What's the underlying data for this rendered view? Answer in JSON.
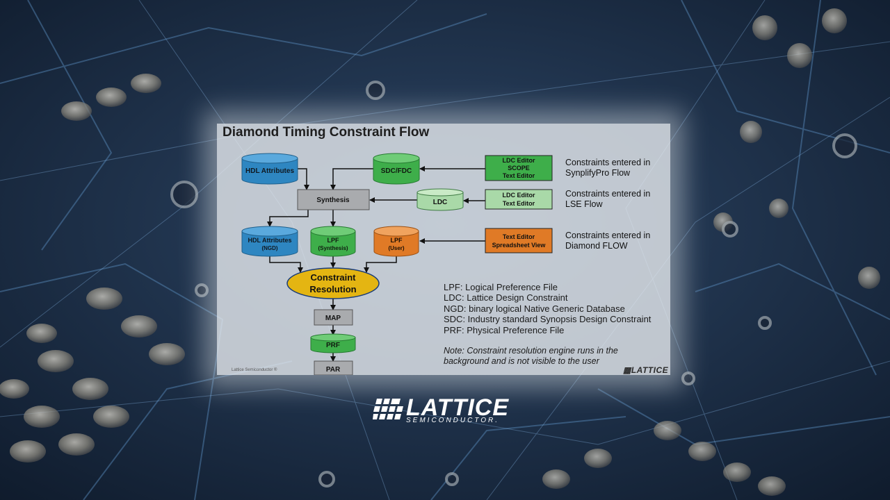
{
  "slide": {
    "title": "Diamond Timing Constraint Flow",
    "nodes": {
      "hdl_attributes": "HDL Attributes",
      "sdc_fdc": "SDC/FDC",
      "ldc_editor_scope_l1": "LDC Editor",
      "ldc_editor_scope_l2": "SCOPE",
      "ldc_editor_scope_l3": "Text Editor",
      "synthesis": "Synthesis",
      "ldc": "LDC",
      "ldc_editor_l1": "LDC Editor",
      "ldc_editor_l2": "Text Editor",
      "hdl_attr_ngd_l1": "HDL Attributes",
      "hdl_attr_ngd_l2": "(NGD)",
      "lpf_syn_l1": "LPF",
      "lpf_syn_l2": "(Synthesis)",
      "lpf_user_l1": "LPF",
      "lpf_user_l2": "(User)",
      "text_editor_l1": "Text Editor",
      "text_editor_l2": "Spreadsheet View",
      "constraint_l1": "Constraint",
      "constraint_l2": "Resolution",
      "map": "MAP",
      "prf": "PRF",
      "par": "PAR"
    },
    "side_labels": {
      "synplify_l1": "Constraints entered in",
      "synplify_l2": "SynplifyPro Flow",
      "lse_l1": "Constraints entered in",
      "lse_l2": "LSE Flow",
      "diamond_l1": "Constraints entered in",
      "diamond_l2": "Diamond FLOW"
    },
    "legend": [
      "LPF: Logical Preference File",
      "LDC: Lattice Design Constraint",
      "NGD: binary logical Native Generic Database",
      "SDC: Industry standard Synopsis Design Constraint",
      "PRF: Physical Preference File"
    ],
    "note_l1": "Note: Constraint resolution engine runs in the",
    "note_l2": "background and is not visible to the user",
    "footer_left": "Lattice Semiconductor ®",
    "footer_logo": "LATTICE"
  },
  "brand": {
    "logo_word": "LATTICE",
    "logo_sub": "SEMICONDUCTOR."
  },
  "colors": {
    "blue": "#2e86c1",
    "green": "#3eae4a",
    "light_green": "#a9d9a8",
    "orange": "#e07a26",
    "gold": "#e4b512",
    "gray": "#a9abae"
  }
}
